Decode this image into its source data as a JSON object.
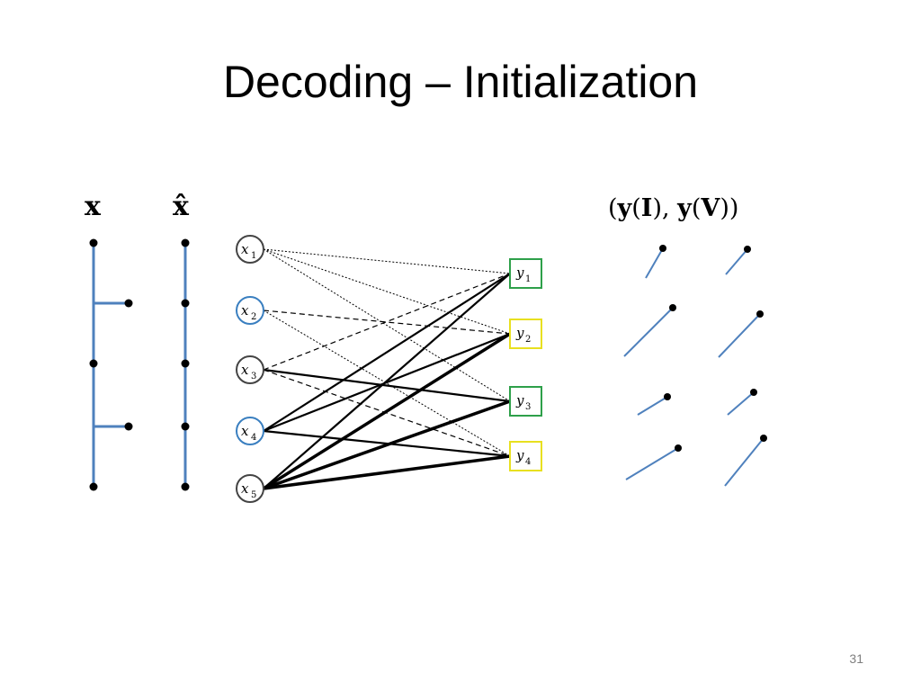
{
  "slide": {
    "title": "Decoding – Initialization",
    "page_number": "31"
  },
  "trees": {
    "x_label": "x",
    "xhat_label": "x̂"
  },
  "graph": {
    "x_nodes": [
      {
        "var": "x",
        "sub": "1",
        "border": "#444444"
      },
      {
        "var": "x",
        "sub": "2",
        "border": "#3a7fc0"
      },
      {
        "var": "x",
        "sub": "3",
        "border": "#444444"
      },
      {
        "var": "x",
        "sub": "4",
        "border": "#3a7fc0"
      },
      {
        "var": "x",
        "sub": "5",
        "border": "#444444"
      }
    ],
    "y_nodes": [
      {
        "var": "y",
        "sub": "1",
        "border": "#2ea04a"
      },
      {
        "var": "y",
        "sub": "2",
        "border": "#e8e020"
      },
      {
        "var": "y",
        "sub": "3",
        "border": "#2ea04a"
      },
      {
        "var": "y",
        "sub": "4",
        "border": "#e8e020"
      }
    ],
    "edges": [
      {
        "from": 1,
        "to": 1,
        "style": "dotted"
      },
      {
        "from": 1,
        "to": 2,
        "style": "dotted"
      },
      {
        "from": 1,
        "to": 3,
        "style": "dotted"
      },
      {
        "from": 2,
        "to": 2,
        "style": "dashed"
      },
      {
        "from": 2,
        "to": 4,
        "style": "dotted"
      },
      {
        "from": 3,
        "to": 1,
        "style": "dashed"
      },
      {
        "from": 3,
        "to": 3,
        "style": "solid"
      },
      {
        "from": 3,
        "to": 4,
        "style": "dashed"
      },
      {
        "from": 4,
        "to": 1,
        "style": "solid"
      },
      {
        "from": 4,
        "to": 2,
        "style": "solid"
      },
      {
        "from": 4,
        "to": 4,
        "style": "solid"
      },
      {
        "from": 5,
        "to": 1,
        "style": "solid"
      },
      {
        "from": 5,
        "to": 2,
        "style": "bold"
      },
      {
        "from": 5,
        "to": 3,
        "style": "bold"
      },
      {
        "from": 5,
        "to": 4,
        "style": "bold"
      }
    ]
  },
  "pairs": {
    "header_parts": [
      "(",
      "y",
      "(",
      "I",
      "),  ",
      "y",
      "(",
      "V",
      "))"
    ]
  },
  "colors": {
    "tree_line": "#4f81bd",
    "node_dot": "#000000",
    "segment": "#4f81bd"
  }
}
